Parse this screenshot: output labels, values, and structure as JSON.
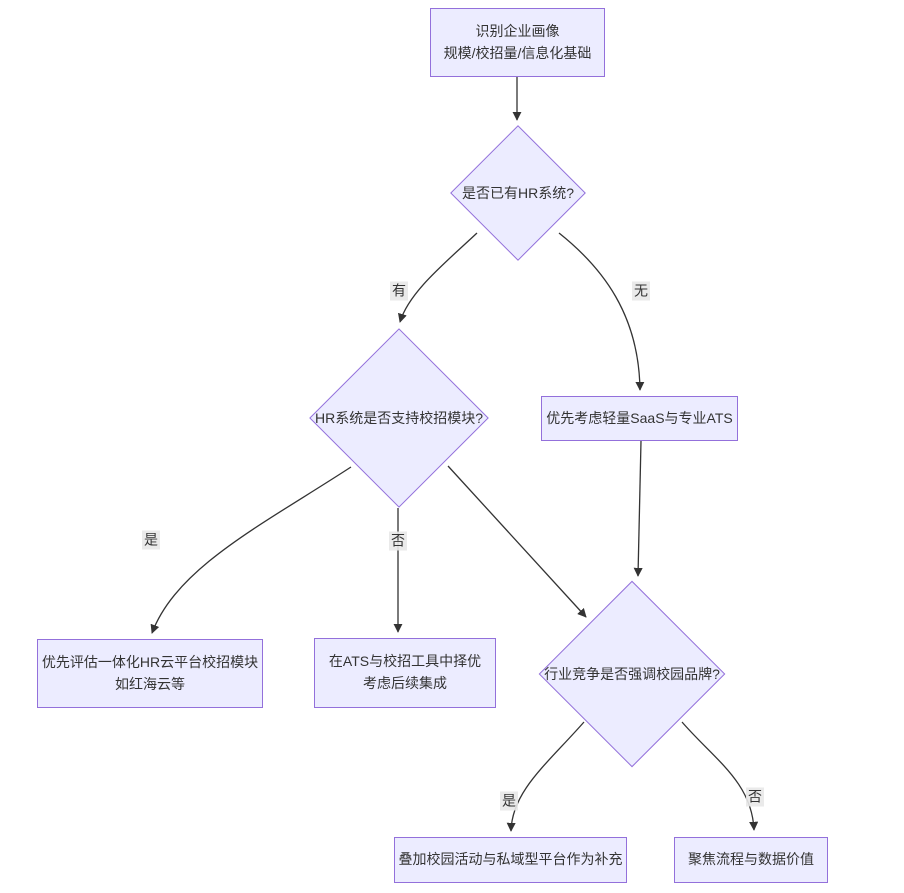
{
  "diagram": {
    "type": "flowchart",
    "colors": {
      "node_fill": "#ECECFF",
      "node_border": "#9370DB",
      "edge_line": "#333333",
      "edge_label_bg": "#E8E8E8",
      "text": "#333333",
      "background": "#FFFFFF"
    },
    "nodes": [
      {
        "id": "A",
        "type": "rect",
        "lines": [
          "识别企业画像",
          "规模/校招量/信息化基础"
        ]
      },
      {
        "id": "B",
        "type": "diamond",
        "label": "是否已有HR系统?"
      },
      {
        "id": "C",
        "type": "diamond",
        "label": "HR系统是否支持校招模块?"
      },
      {
        "id": "D",
        "type": "rect",
        "lines": [
          "优先考虑轻量SaaS与专业ATS"
        ]
      },
      {
        "id": "E",
        "type": "rect",
        "lines": [
          "优先评估一体化HR云平台校招模块",
          "如红海云等"
        ]
      },
      {
        "id": "F",
        "type": "rect",
        "lines": [
          "在ATS与校招工具中择优",
          "考虑后续集成"
        ]
      },
      {
        "id": "G",
        "type": "diamond",
        "label": "行业竞争是否强调校园品牌?"
      },
      {
        "id": "H",
        "type": "rect",
        "lines": [
          "叠加校园活动与私域型平台作为补充"
        ]
      },
      {
        "id": "I",
        "type": "rect",
        "lines": [
          "聚焦流程与数据价值"
        ]
      }
    ],
    "edges": [
      {
        "from": "A",
        "to": "B",
        "label": ""
      },
      {
        "from": "B",
        "to": "C",
        "label": "有"
      },
      {
        "from": "B",
        "to": "D",
        "label": "无"
      },
      {
        "from": "C",
        "to": "E",
        "label": "是"
      },
      {
        "from": "C",
        "to": "F",
        "label": "否"
      },
      {
        "from": "C",
        "to": "G",
        "label": ""
      },
      {
        "from": "D",
        "to": "G",
        "label": ""
      },
      {
        "from": "G",
        "to": "H",
        "label": "是"
      },
      {
        "from": "G",
        "to": "I",
        "label": "否"
      }
    ]
  }
}
